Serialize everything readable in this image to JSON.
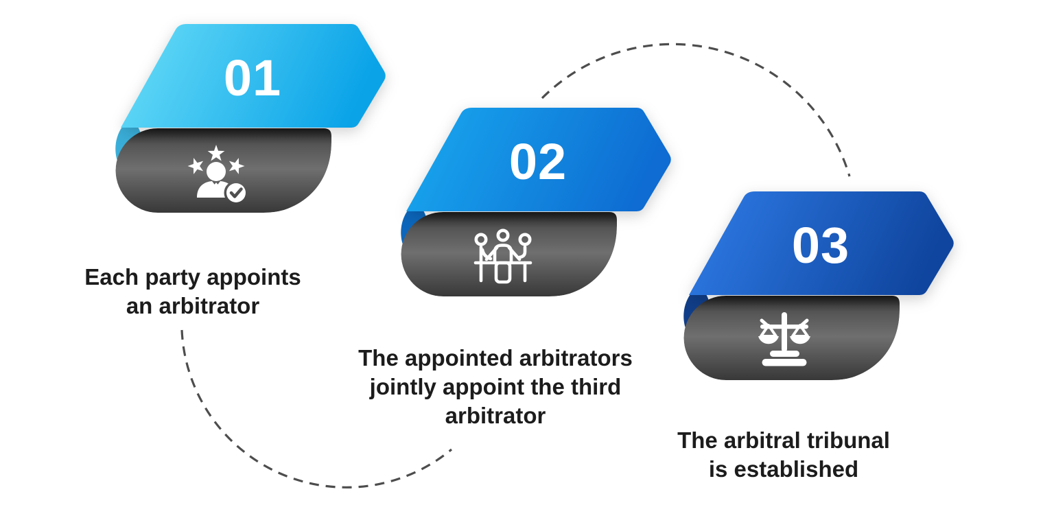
{
  "diagram": {
    "background": "#ffffff",
    "connector_color": "#4d4d4d",
    "number_color": "#ffffff",
    "icon_color": "#ffffff",
    "caption_color": "#1c1c1c",
    "fold_colors": {
      "top": "#2e2e2e",
      "upper": "#4f4f4f",
      "middle": "#6f6f6f",
      "bottom": "#383838"
    }
  },
  "steps": [
    {
      "number": "01",
      "icon": "appointed-arbitrator-icon",
      "caption_lines": [
        "Each party appoints",
        "an arbitrator"
      ],
      "banner_color_start": "#6adef8",
      "banner_color_end": "#0aa3e8",
      "curl_color": "#3aaed8"
    },
    {
      "number": "02",
      "icon": "meeting-table-icon",
      "caption_lines": [
        "The appointed arbitrators",
        "jointly appoint the third",
        "arbitrator"
      ],
      "banner_color_start": "#18aaf0",
      "banner_color_end": "#0e6cd2",
      "curl_color": "#0c66bb"
    },
    {
      "number": "03",
      "icon": "scales-of-justice-icon",
      "caption_lines": [
        "The arbitral tribunal",
        "is established"
      ],
      "banner_color_start": "#2f7de9",
      "banner_color_end": "#0f459e",
      "curl_color": "#113e88"
    }
  ]
}
